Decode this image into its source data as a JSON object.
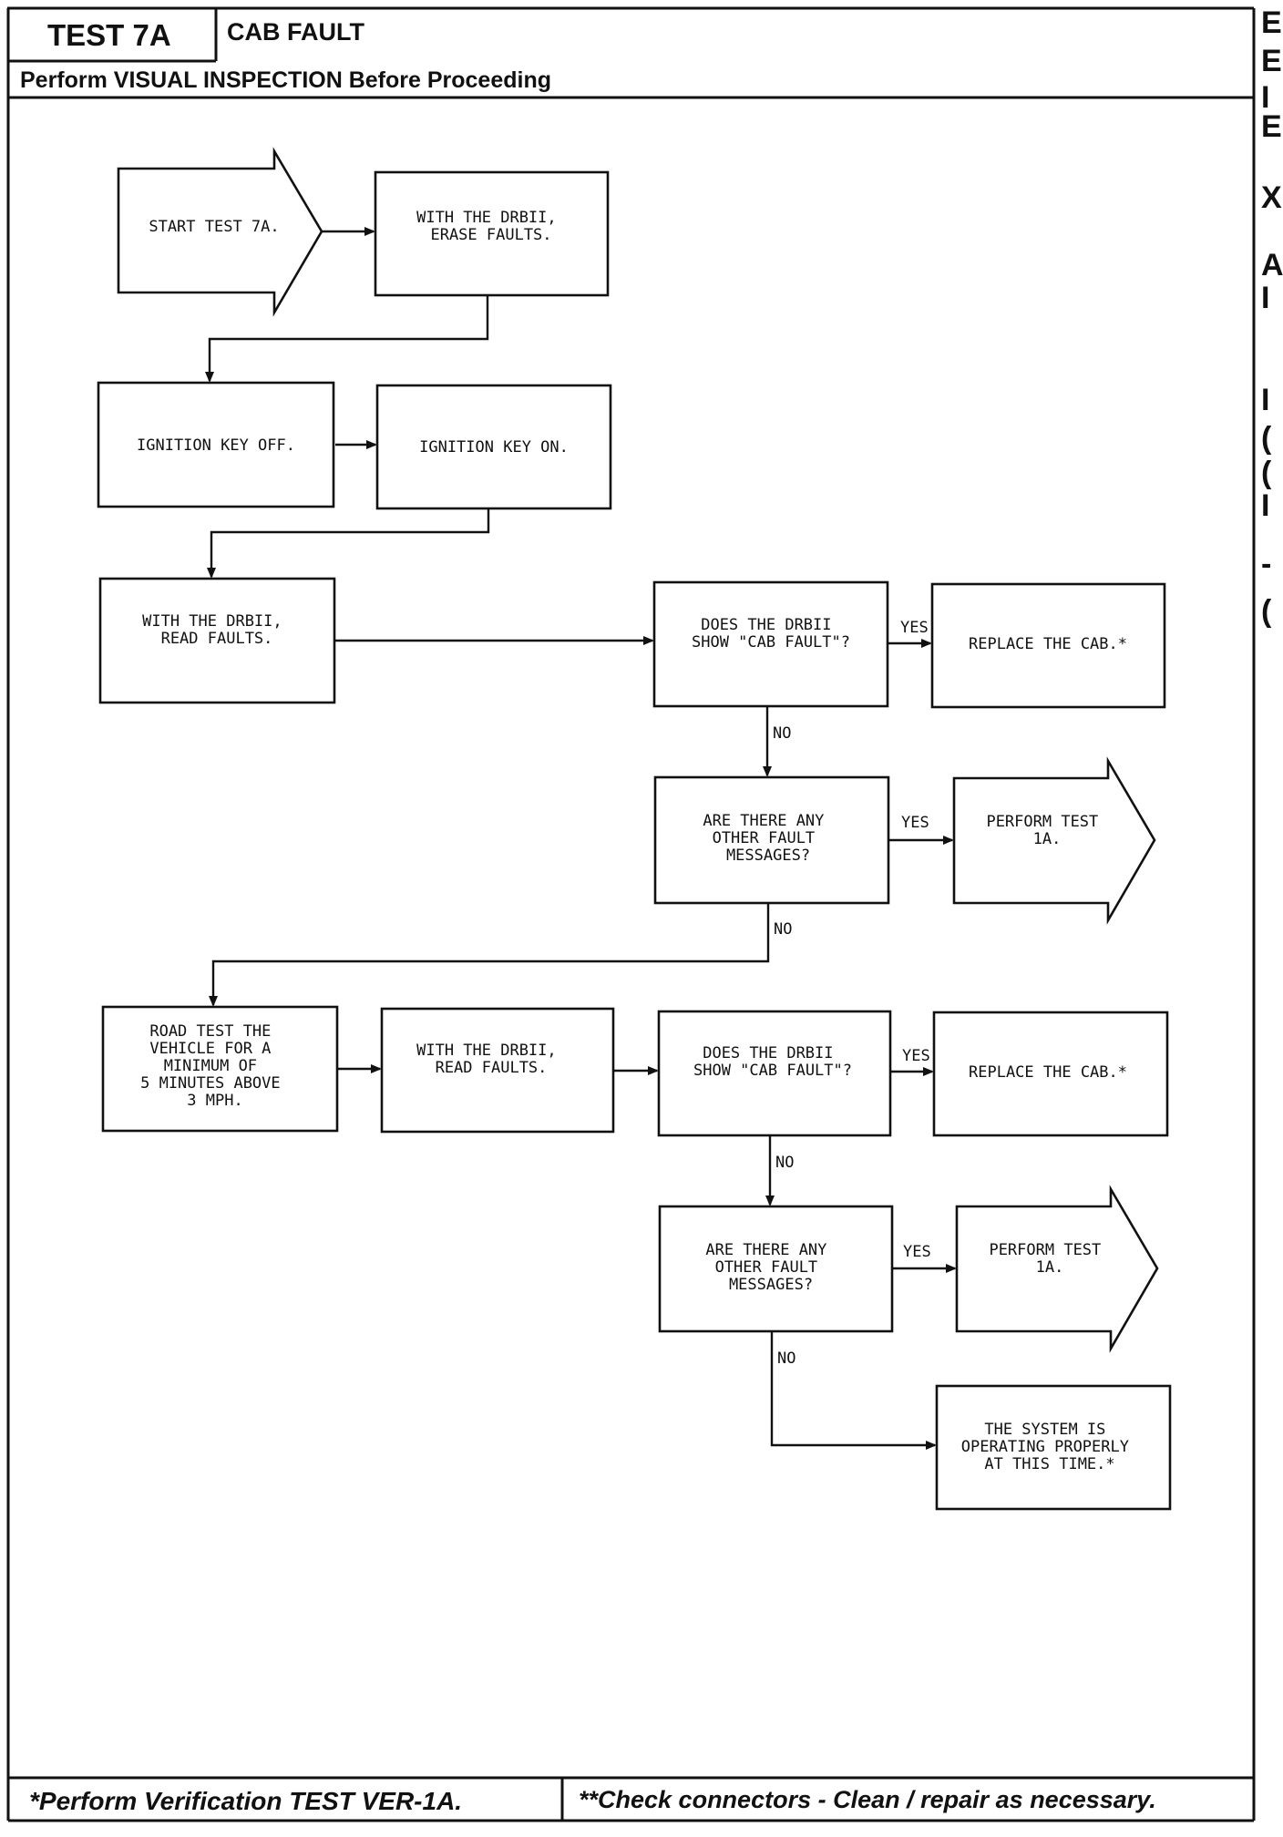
{
  "header": {
    "test_id": "TEST 7A",
    "title": "CAB FAULT",
    "subtitle": "Perform VISUAL INSPECTION Before Proceeding"
  },
  "footer": {
    "left": "*Perform Verification TEST VER-1A.",
    "right": "**Check connectors - Clean / repair as necessary."
  },
  "edge_marks": [
    "E",
    "E",
    "I",
    "E",
    "X",
    "A",
    "I",
    "I",
    "(",
    "(",
    "I",
    "-",
    "("
  ],
  "flow": {
    "nodes": [
      {
        "id": "start",
        "lines": [
          "START TEST 7A."
        ]
      },
      {
        "id": "erase",
        "lines": [
          "WITH THE DRBII,",
          "ERASE FAULTS."
        ]
      },
      {
        "id": "key_off",
        "lines": [
          "IGNITION KEY OFF."
        ]
      },
      {
        "id": "key_on",
        "lines": [
          "IGNITION KEY ON."
        ]
      },
      {
        "id": "read1",
        "lines": [
          "WITH THE DRBII,",
          "READ FAULTS."
        ]
      },
      {
        "id": "q_cab1",
        "lines": [
          "DOES THE DRBII",
          "SHOW \"CAB FAULT\"?"
        ]
      },
      {
        "id": "replace1",
        "lines": [
          "REPLACE THE CAB.*"
        ]
      },
      {
        "id": "q_other1",
        "lines": [
          "ARE THERE ANY",
          "OTHER FAULT",
          "MESSAGES?"
        ]
      },
      {
        "id": "perform1",
        "lines": [
          "PERFORM TEST",
          "1A."
        ]
      },
      {
        "id": "road",
        "lines": [
          "ROAD TEST THE",
          "VEHICLE FOR A",
          "MINIMUM OF",
          "5 MINUTES ABOVE",
          "3 MPH."
        ]
      },
      {
        "id": "read2",
        "lines": [
          "WITH THE DRBII,",
          "READ FAULTS."
        ]
      },
      {
        "id": "q_cab2",
        "lines": [
          "DOES THE DRBII",
          "SHOW \"CAB FAULT\"?"
        ]
      },
      {
        "id": "replace2",
        "lines": [
          "REPLACE THE CAB.*"
        ]
      },
      {
        "id": "q_other2",
        "lines": [
          "ARE THERE ANY",
          "OTHER FAULT",
          "MESSAGES?"
        ]
      },
      {
        "id": "perform2",
        "lines": [
          "PERFORM TEST",
          "1A."
        ]
      },
      {
        "id": "system_ok",
        "lines": [
          "THE SYSTEM IS",
          "OPERATING PROPERLY",
          "AT THIS TIME.*"
        ]
      }
    ],
    "edges": [
      {
        "from": "start",
        "to": "erase",
        "label": ""
      },
      {
        "from": "erase",
        "to": "key_off",
        "label": ""
      },
      {
        "from": "key_off",
        "to": "key_on",
        "label": ""
      },
      {
        "from": "key_on",
        "to": "read1",
        "label": ""
      },
      {
        "from": "read1",
        "to": "q_cab1",
        "label": ""
      },
      {
        "from": "q_cab1",
        "to": "replace1",
        "label": "YES"
      },
      {
        "from": "q_cab1",
        "to": "q_other1",
        "label": "NO"
      },
      {
        "from": "q_other1",
        "to": "perform1",
        "label": "YES"
      },
      {
        "from": "q_other1",
        "to": "road",
        "label": "NO"
      },
      {
        "from": "road",
        "to": "read2",
        "label": ""
      },
      {
        "from": "read2",
        "to": "q_cab2",
        "label": ""
      },
      {
        "from": "q_cab2",
        "to": "replace2",
        "label": "YES"
      },
      {
        "from": "q_cab2",
        "to": "q_other2",
        "label": "NO"
      },
      {
        "from": "q_other2",
        "to": "perform2",
        "label": "YES"
      },
      {
        "from": "q_other2",
        "to": "system_ok",
        "label": "NO"
      }
    ]
  }
}
